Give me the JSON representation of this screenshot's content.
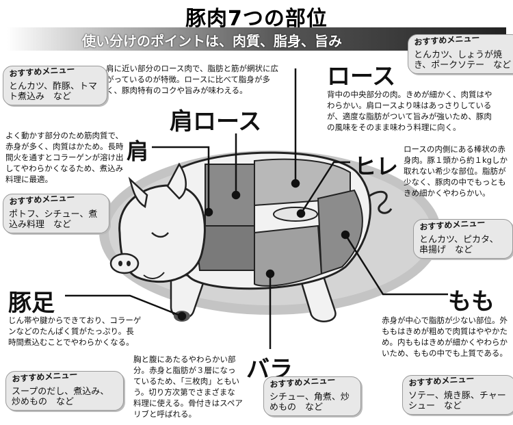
{
  "title": "豚肉7つの部位",
  "subtitle": "使い分けのポイントは、肉質、脂身、旨み",
  "recommend_label": "おすすめメニュー",
  "parts": {
    "kata_loin": {
      "name": "肩ロース",
      "desc": "肩に近い部分のロース肉で、脂肪と筋が網状に広がっているのが特徴。ロースに比べて脂身が多く、豚肉特有のコクや旨みが味わえる。",
      "menu": "とんカツ、酢豚、トマト煮込み　など"
    },
    "loin": {
      "name": "ロース",
      "desc": "背中の中央部分の肉。きめが細かく、肉質はやわらかい。肩ロースより味はあっさりしているが、適度な脂肪がついて旨みが強いため、豚肉の風味をそのまま味わう料理に向く。",
      "menu": "とんカツ、しょうが焼き、ポークソテー　など"
    },
    "kata": {
      "name": "肩",
      "desc": "よく動かす部分のため筋肉質で、赤身が多く、肉質はかため。長時間火を通すとコラーゲンが溶け出してやわらかくなるため、煮込み料理に最適。",
      "menu": "ポトフ、シチュー、煮込み料理　など"
    },
    "hire": {
      "name": "ヒレ",
      "desc": "ロースの内側にある棒状の赤身肉。豚１頭から約１kgしか取れない希少な部位。脂肪が少なく、豚肉の中でもっともきめ細かくやわらかい。",
      "menu": "とんカツ、ピカタ、串揚げ　など"
    },
    "tonsoku": {
      "name": "豚足",
      "desc": "じん帯や腱からできており、コラーゲンなどのたんぱく質がたっぷり。長時間煮込むことでやわらかくなる。",
      "menu": "スープのだし、煮込み、炒めもの　など"
    },
    "momo": {
      "name": "もも",
      "desc": "赤身が中心で脂肪が少ない部位。外ももはきめが粗めで肉質はややかため。内ももはきめが細かくやわらかいため、ももの中でも上質である。",
      "menu": "ソテー、焼き豚、チャーシュー　など"
    },
    "bara": {
      "name": "バラ",
      "desc": "胸と腹にあたるやわらかい部分。赤身と脂肪が３層になっているため、「三枚肉」ともいう。切り方次第でさまざまな料理に使える。骨付きはスペアリブと呼ばれる。",
      "menu": "シチュー、角煮、炒めもの　など"
    }
  },
  "colors": {
    "ellipse": "#c4c4c4",
    "pig_body": "#f2f2f2",
    "cut_dark": "#7a7a7a",
    "cut_mid": "#9c9c9c",
    "cut_light": "#b8b8b8"
  }
}
